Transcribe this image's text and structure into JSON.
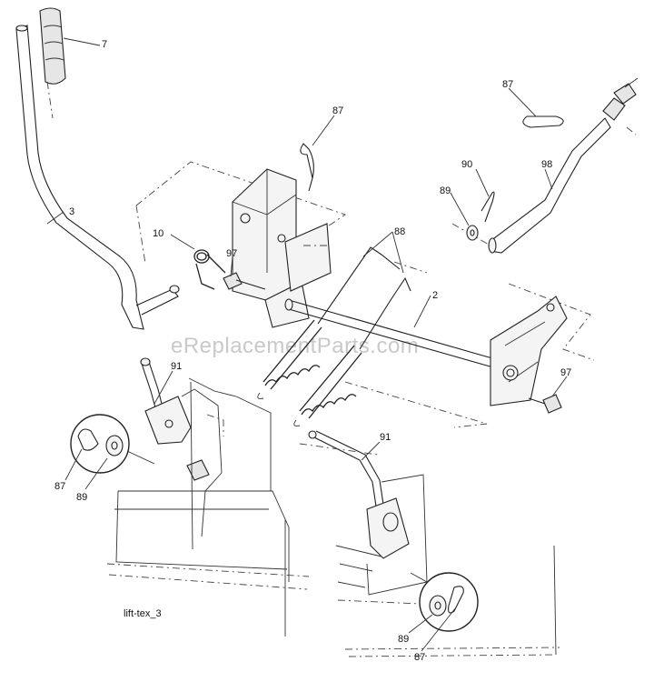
{
  "watermark": "eReplacementParts.com",
  "figure_id": "lift-tex_3",
  "callouts": {
    "c7": "7",
    "c3": "3",
    "c10": "10",
    "c97a": "97",
    "c87a": "87",
    "c88": "88",
    "c2": "2",
    "c87b": "87",
    "c90": "90",
    "c98": "98",
    "c89a": "89",
    "c97b": "97",
    "c91a": "91",
    "c87c": "87",
    "c89b": "89",
    "c91b": "91",
    "c89c": "89",
    "c87d": "87"
  }
}
